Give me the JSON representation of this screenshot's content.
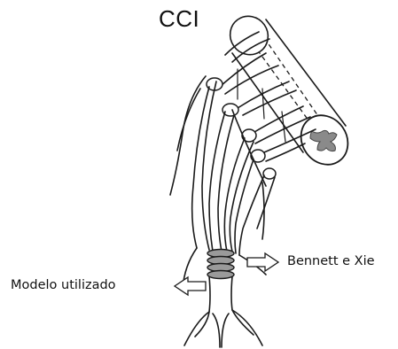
{
  "figure": {
    "title": "CCI",
    "label_right": "Bennett e Xie",
    "label_left": "Modelo utilizado"
  },
  "colors": {
    "ink": "#1a1a1a",
    "gray_matter": "#8a8a8a",
    "ligature": "#9a9a9a"
  }
}
